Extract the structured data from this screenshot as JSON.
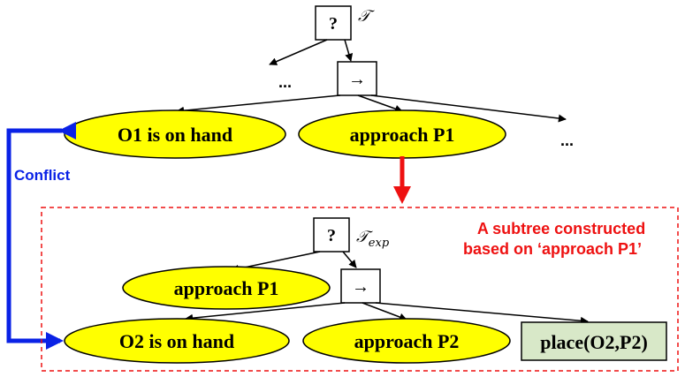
{
  "colors": {
    "ellipse_fill": "#ffff00",
    "action_fill": "#d8e8c8",
    "conflict": "#0a22e6",
    "highlight": "#ee1111",
    "line": "#000000"
  },
  "top_tree": {
    "root_symbol": "?",
    "root_label": "𝒯",
    "seq_symbol": "→",
    "ellipsis_left": "...",
    "ellipsis_right": "...",
    "node_o1": "O1 is on hand",
    "node_approach": "approach P1"
  },
  "conflict_label": "Conflict",
  "subtree": {
    "caption_line1": "A subtree constructed",
    "caption_line2": "based on ‘approach P1’",
    "root_symbol": "?",
    "root_label_main": "𝒯",
    "root_label_sub": "exp",
    "seq_symbol": "→",
    "node_approach_p1": "approach P1",
    "node_o2": "O2 is on hand",
    "node_approach_p2": "approach P2",
    "node_place": "place(O2,P2)"
  }
}
